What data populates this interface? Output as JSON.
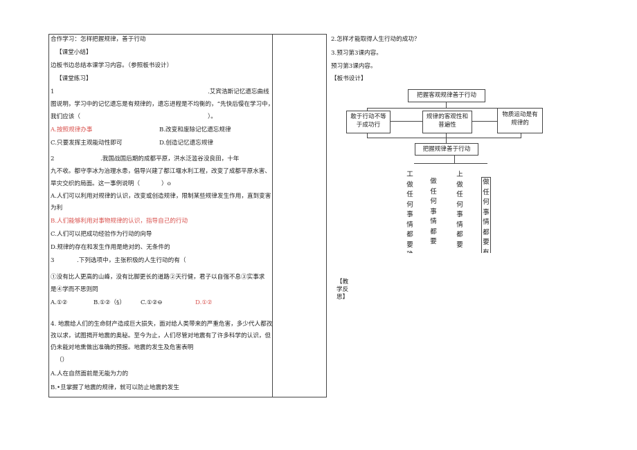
{
  "left": {
    "l1": "合作学习：怎样把握规律，善于行动",
    "l2": "【课堂小结】",
    "l3": "边板书边总结本课学习内容。（参照板书设计）",
    "l4": "【课堂练习】",
    "q1": {
      "num": "1",
      "text_a": ".艾宾浩斯记忆遗忘曲线",
      "text_b": "图说明，学习中的记忆遗忘是有规律的，遗忘进程是不均衡的，“先快后慢在学习中，",
      "text_c": "我们应该（",
      "text_c2": "）。",
      "opt_a": "A.按照规律办事",
      "opt_b": "B.改变和废除记忆遗忘规律",
      "opt_c": "C.只要发挥主观能动性即可",
      "opt_d": "D.创造记忆遗忘规律"
    },
    "q2": {
      "num": "2",
      "text_a": ".我国战国后期的成都平原，洪水泛滥谷没良田，十年",
      "text_b": "九不收。都守李冰为治理水患，倡导兴建了都江堰水利工程，改变了成都平原水害、",
      "text_c": "旱灾交织的局面。这一事例说明（",
      "text_c2": "）o",
      "opt_a": "A.人们可以利用对规律的认识，改变或创造规律，限制某些规律发生作用，直到变害",
      "opt_a2": "为利",
      "opt_b": "B.人们能够利用对事物规律的认识，指导自己的行动",
      "opt_c": "C.人们可以把成功经验作为行动的向导",
      "opt_d": "D.规律的存在和发生作用是绝对的、无条件的"
    },
    "q3": {
      "num": "3",
      "text_a": ".下列选项中，主张积极的人生行动的有（",
      "text_b": "①没有比人更高的山峰，没有比脚更长的道路②天行健，君子以自强不息③实事求",
      "text_c": "是④学而不思则罔",
      "opt_a": "A.①②",
      "opt_b": "B.①②（§）",
      "opt_c": "C.①②⊖",
      "opt_d": "D.①②"
    },
    "q4": {
      "text_a": "4. 地震给人们的生命财产造成巨大损失，面对给人类带来的严重危害，多少代人都孜",
      "text_b": "孜以求，试图揭开地震的奥秘。至今为止，人们尽管对地震有了许多科学的认识，但",
      "text_c": "仍未能对地熏做出准确的预报。地震的发生及危害表明",
      "text_d": "（）",
      "opt_a": "A.人在自然面前是无能为力的",
      "opt_b": "B.•旦掌握了地震的规律，就可以防止地震的发生"
    }
  },
  "right": {
    "r1": "2.怎样才能取得人生行动的成功？",
    "r2": "3.预习第3课内容。",
    "r3": "预习第3课内容。",
    "r4": "【板书设计】",
    "diagram": {
      "top": "把握客观规律善于行动",
      "left_box": "敢于行动不等于成功行",
      "mid_box": "规律的客观性和普遍性",
      "right_box": "物质运动是有规律的",
      "bottom": "把握规律善于行动"
    },
    "vcols": [
      "工做任何事情都要确定",
      "做任何事情都要有",
      "上做任何事情都要有",
      "做任何事情都要有始"
    ],
    "reflect": "【教学反思】"
  },
  "colors": {
    "red": "#d9534f",
    "text": "#222222",
    "line": "#444444"
  }
}
